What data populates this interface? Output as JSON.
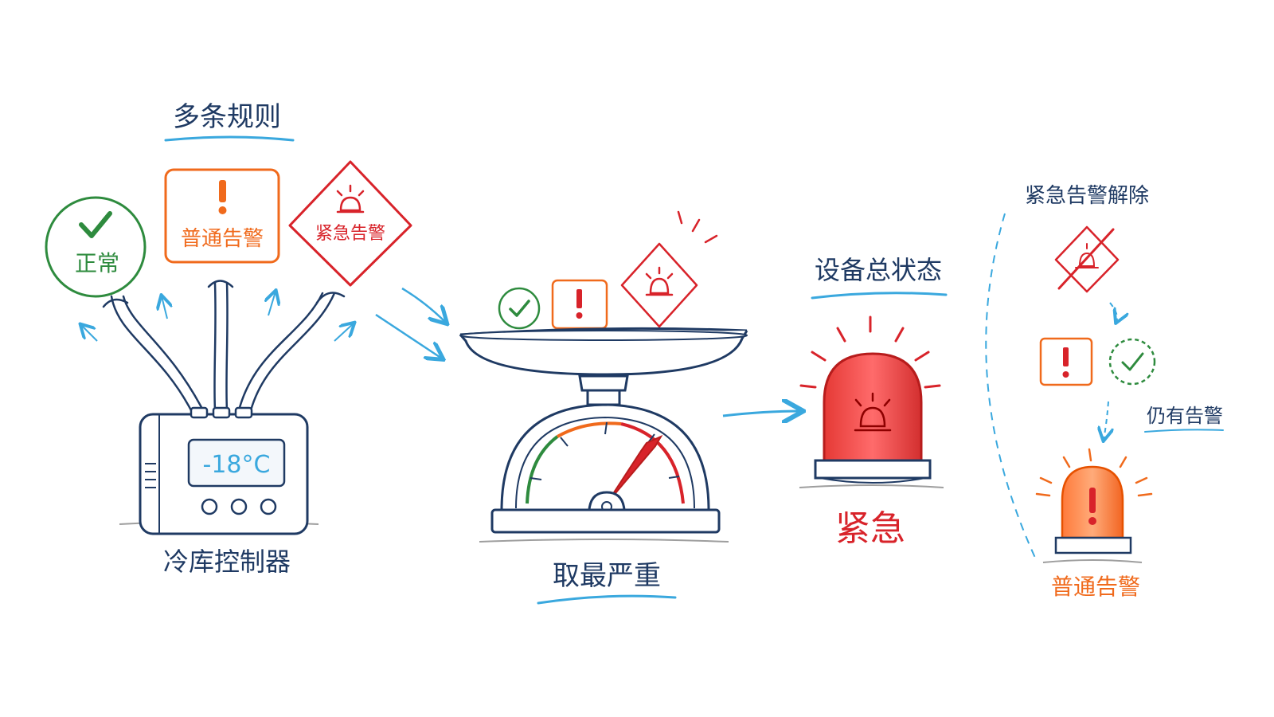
{
  "colors": {
    "navy": "#1f3a63",
    "blue": "#3aa8de",
    "green": "#2e8b3e",
    "orange": "#f06a1c",
    "red": "#d8232a",
    "red_fill": "#ef5350",
    "orange_fill": "#ff8a50",
    "gray": "#555555"
  },
  "rules": {
    "title": "多条规则",
    "normal": "正常",
    "warning": "普通告警",
    "emergency": "紧急告警"
  },
  "controller": {
    "label": "冷库控制器",
    "display": "-18°C"
  },
  "scale": {
    "label": "取最严重"
  },
  "device_status": {
    "title": "设备总状态",
    "value": "紧急"
  },
  "clearance": {
    "title": "紧急告警解除",
    "still_alarm": "仍有告警",
    "result": "普通告警"
  },
  "icons": {
    "normal": "check-icon",
    "warning": "exclamation-icon",
    "emergency": "siren-icon"
  }
}
